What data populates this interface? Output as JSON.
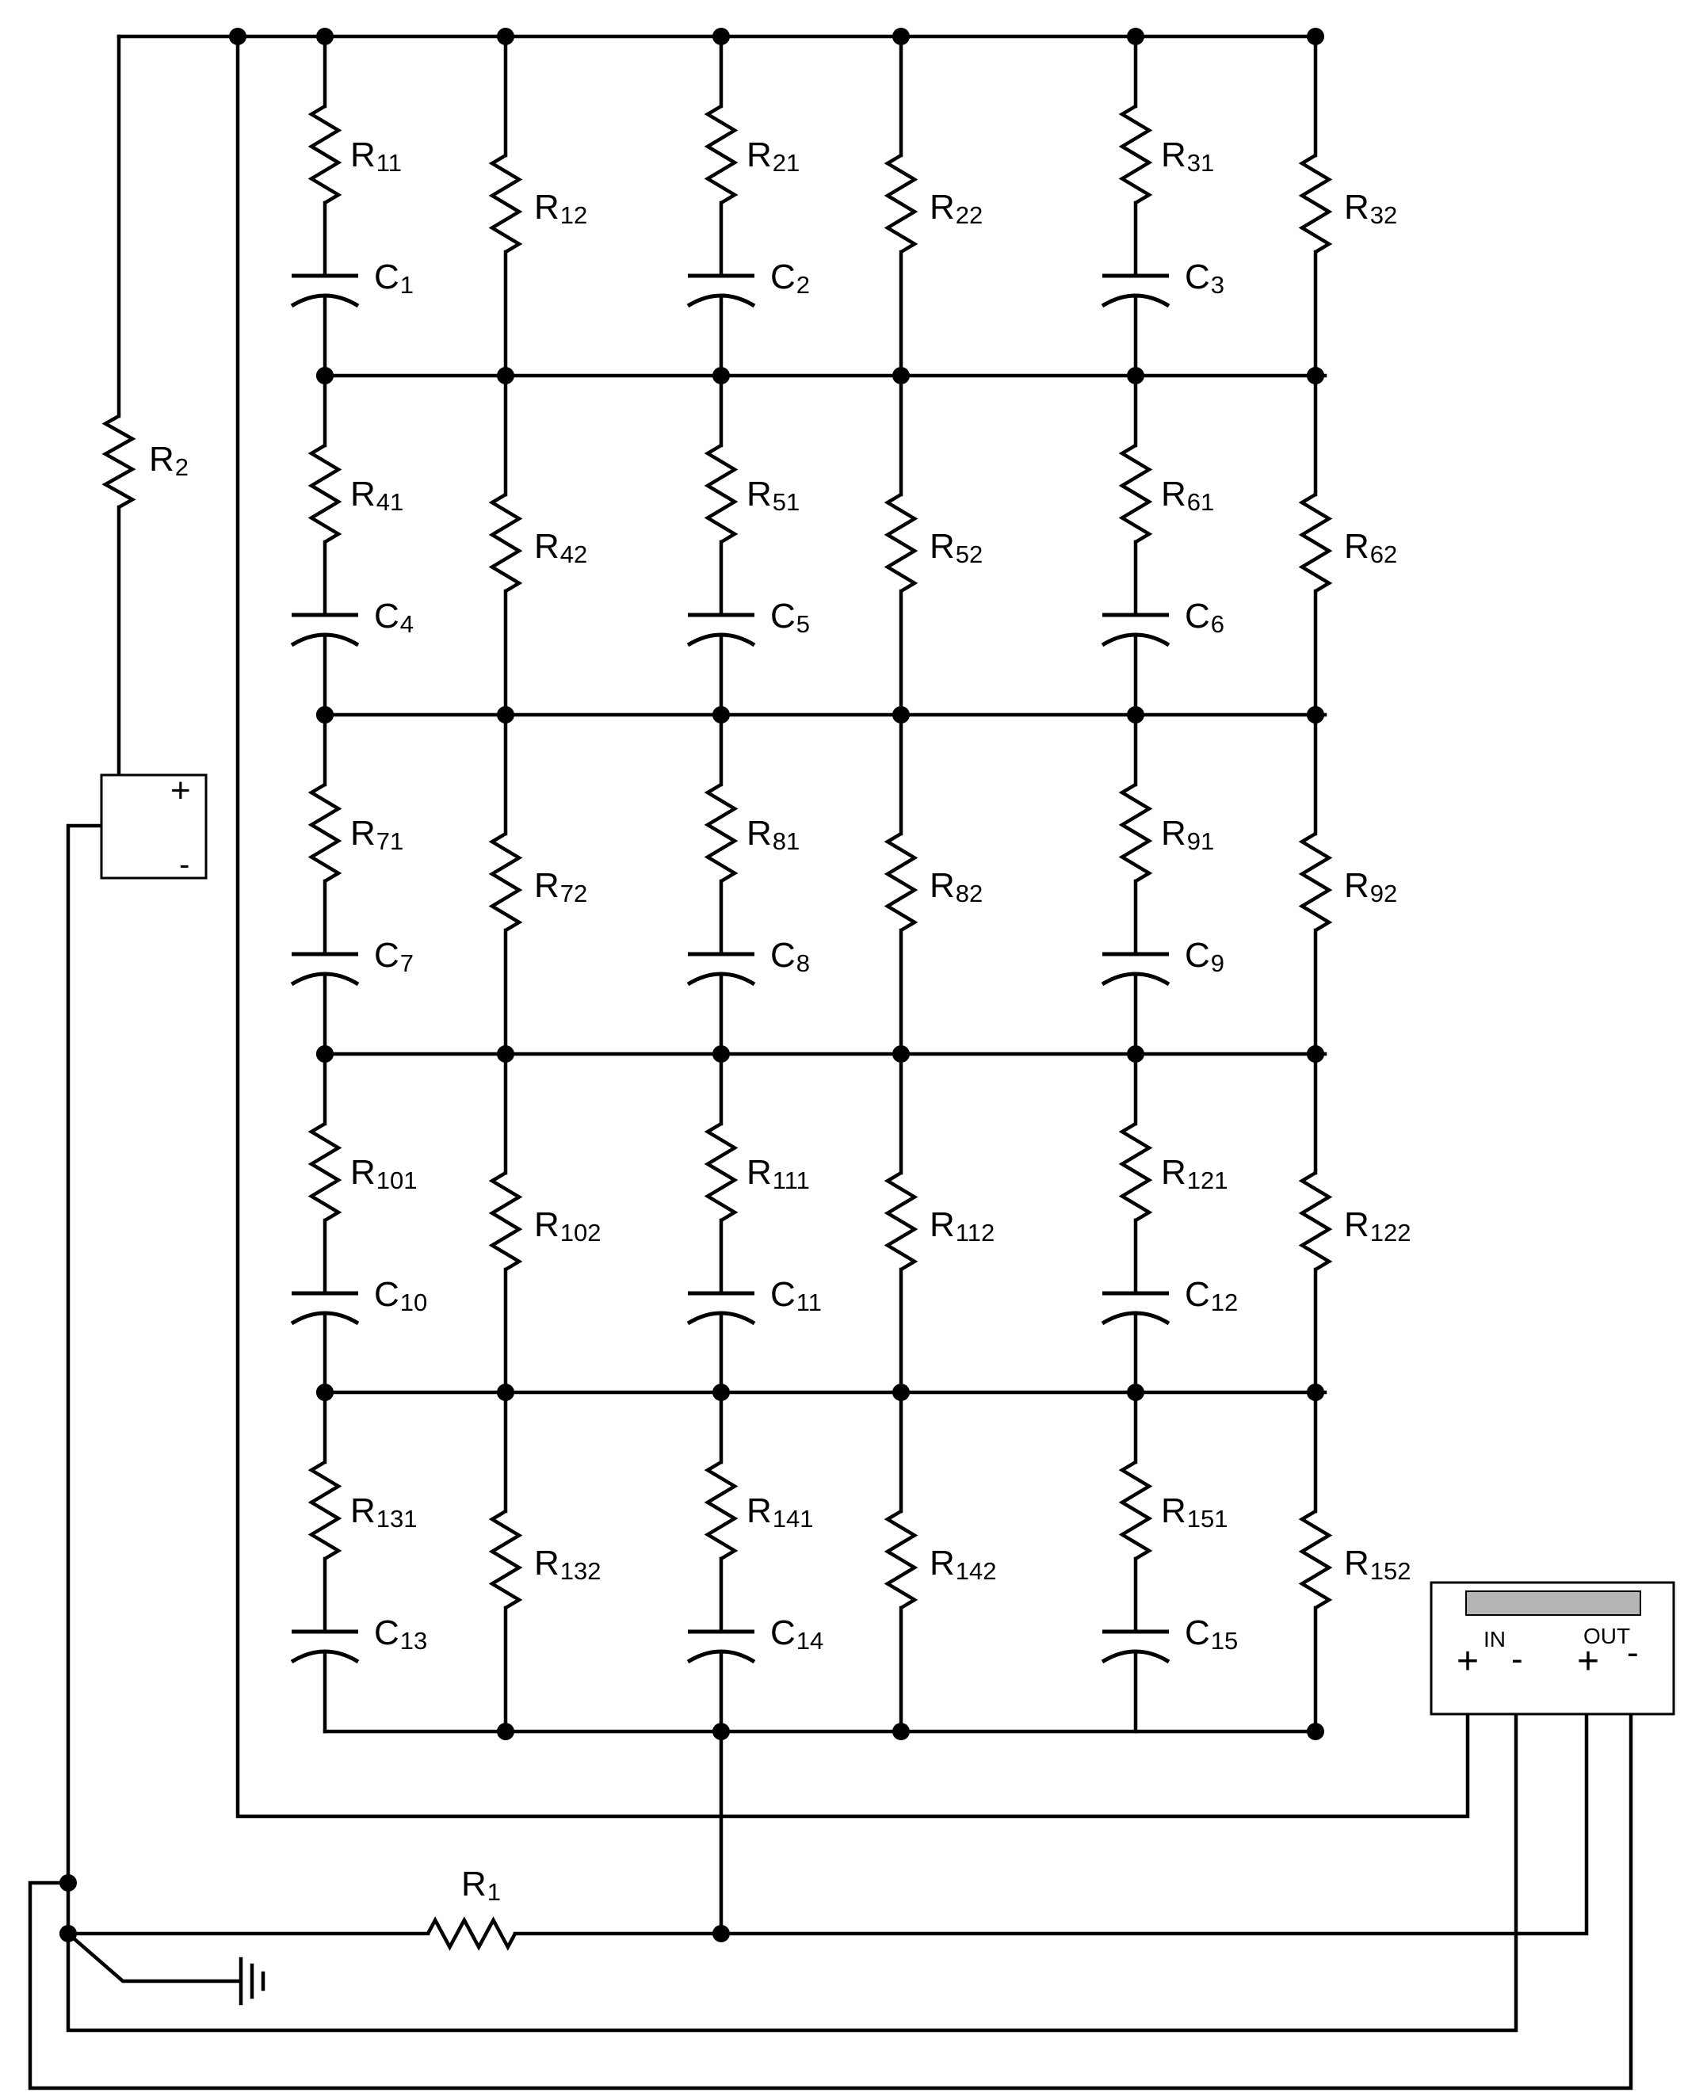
{
  "resistors": [
    {
      "id": "R11",
      "letter": "R",
      "sub": "11"
    },
    {
      "id": "R12",
      "letter": "R",
      "sub": "12"
    },
    {
      "id": "R21",
      "letter": "R",
      "sub": "21"
    },
    {
      "id": "R22",
      "letter": "R",
      "sub": "22"
    },
    {
      "id": "R31",
      "letter": "R",
      "sub": "31"
    },
    {
      "id": "R32",
      "letter": "R",
      "sub": "32"
    },
    {
      "id": "R41",
      "letter": "R",
      "sub": "41"
    },
    {
      "id": "R42",
      "letter": "R",
      "sub": "42"
    },
    {
      "id": "R51",
      "letter": "R",
      "sub": "51"
    },
    {
      "id": "R52",
      "letter": "R",
      "sub": "52"
    },
    {
      "id": "R61",
      "letter": "R",
      "sub": "61"
    },
    {
      "id": "R62",
      "letter": "R",
      "sub": "62"
    },
    {
      "id": "R71",
      "letter": "R",
      "sub": "71"
    },
    {
      "id": "R72",
      "letter": "R",
      "sub": "72"
    },
    {
      "id": "R81",
      "letter": "R",
      "sub": "81"
    },
    {
      "id": "R82",
      "letter": "R",
      "sub": "82"
    },
    {
      "id": "R91",
      "letter": "R",
      "sub": "91"
    },
    {
      "id": "R92",
      "letter": "R",
      "sub": "92"
    },
    {
      "id": "R101",
      "letter": "R",
      "sub": "101"
    },
    {
      "id": "R102",
      "letter": "R",
      "sub": "102"
    },
    {
      "id": "R111",
      "letter": "R",
      "sub": "111"
    },
    {
      "id": "R112",
      "letter": "R",
      "sub": "112"
    },
    {
      "id": "R121",
      "letter": "R",
      "sub": "121"
    },
    {
      "id": "R122",
      "letter": "R",
      "sub": "122"
    },
    {
      "id": "R131",
      "letter": "R",
      "sub": "131"
    },
    {
      "id": "R132",
      "letter": "R",
      "sub": "132"
    },
    {
      "id": "R141",
      "letter": "R",
      "sub": "141"
    },
    {
      "id": "R142",
      "letter": "R",
      "sub": "142"
    },
    {
      "id": "R151",
      "letter": "R",
      "sub": "151"
    },
    {
      "id": "R152",
      "letter": "R",
      "sub": "152"
    }
  ],
  "capacitors": [
    {
      "id": "C1",
      "letter": "C",
      "sub": "1"
    },
    {
      "id": "C2",
      "letter": "C",
      "sub": "2"
    },
    {
      "id": "C3",
      "letter": "C",
      "sub": "3"
    },
    {
      "id": "C4",
      "letter": "C",
      "sub": "4"
    },
    {
      "id": "C5",
      "letter": "C",
      "sub": "5"
    },
    {
      "id": "C6",
      "letter": "C",
      "sub": "6"
    },
    {
      "id": "C7",
      "letter": "C",
      "sub": "7"
    },
    {
      "id": "C8",
      "letter": "C",
      "sub": "8"
    },
    {
      "id": "C9",
      "letter": "C",
      "sub": "9"
    },
    {
      "id": "C10",
      "letter": "C",
      "sub": "10"
    },
    {
      "id": "C11",
      "letter": "C",
      "sub": "11"
    },
    {
      "id": "C12",
      "letter": "C",
      "sub": "12"
    },
    {
      "id": "C13",
      "letter": "C",
      "sub": "13"
    },
    {
      "id": "C14",
      "letter": "C",
      "sub": "14"
    },
    {
      "id": "C15",
      "letter": "C",
      "sub": "15"
    }
  ],
  "r1": {
    "letter": "R",
    "sub": "1"
  },
  "r2": {
    "letter": "R",
    "sub": "2"
  },
  "source": {
    "plus": "+",
    "minus": "-"
  },
  "meter": {
    "in_label": "IN",
    "out_label": "OUT",
    "plus": "+",
    "minus": "-"
  }
}
